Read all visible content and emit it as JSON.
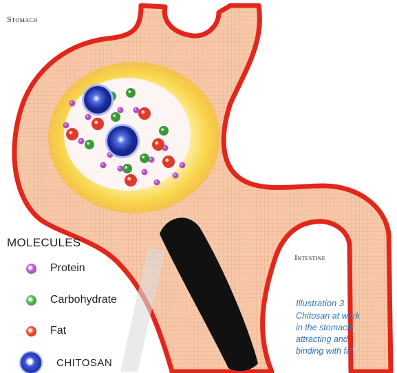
{
  "labels": {
    "stomach": "Stomach",
    "intestine": "Intestine"
  },
  "legend": {
    "title": "MOLECULES",
    "items": [
      {
        "label": "Protein",
        "color": "#b24fc9"
      },
      {
        "label": "Carbohydrate",
        "color": "#3a9a3a"
      },
      {
        "label": "Fat",
        "color": "#e03a2a"
      }
    ],
    "chitosan": {
      "label": "CHITOSAN",
      "color": "#2a3fc0"
    }
  },
  "caption": {
    "title": "Illustration 3",
    "lines": [
      "Chitosan at work",
      "in the stomach,",
      "attracting and",
      "binding with fat."
    ]
  },
  "colors": {
    "stomach_wall": "#e2261c",
    "stomach_fill": "#f6c8a4",
    "glow_outer": "#f7d64a",
    "glow_inner": "#fff6c4",
    "probe": "#111111",
    "caption": "#2c74b8"
  }
}
